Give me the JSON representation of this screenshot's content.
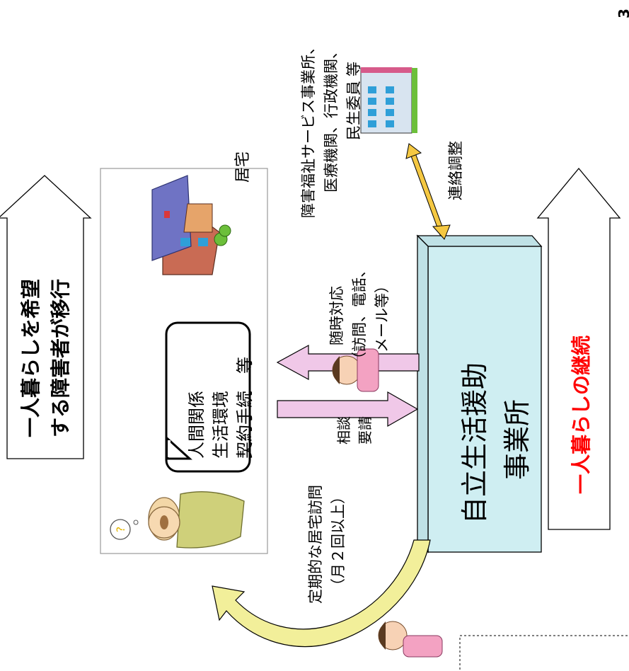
{
  "page_number": "3",
  "left_arrow": {
    "line1": "一人暮らしを希望",
    "line2": "する障害者が移行"
  },
  "right_arrow": {
    "label": "一人暮らしの継続"
  },
  "home": {
    "label": "居宅",
    "bubble": {
      "line1": "人間関係",
      "line2": "生活環境",
      "line3": "契約手続",
      "suffix": "等"
    }
  },
  "office": {
    "line1": "自立生活援助",
    "line2": "事業所"
  },
  "consult": {
    "line1": "相談",
    "line2": "要請"
  },
  "anytime": {
    "line1": "随時対応",
    "line2": "（訪問、電話、",
    "line3": "メール等）"
  },
  "visit": {
    "line1": "定期的な居宅訪問",
    "line2": "（月２回以上）"
  },
  "liaison": {
    "label": "連絡調整"
  },
  "agencies": {
    "line1": "障害福祉サービス事業所、",
    "line2": "医療機関、行政機関、",
    "line3": "民生委員",
    "suffix": "等"
  },
  "colors": {
    "office_fill": "#cfeef2",
    "right_label": "#ff0000",
    "liaison_arrow": "#f5c842",
    "visit_arrow": "#f2ef9a",
    "consult_arrow": "#f0c8e8"
  }
}
